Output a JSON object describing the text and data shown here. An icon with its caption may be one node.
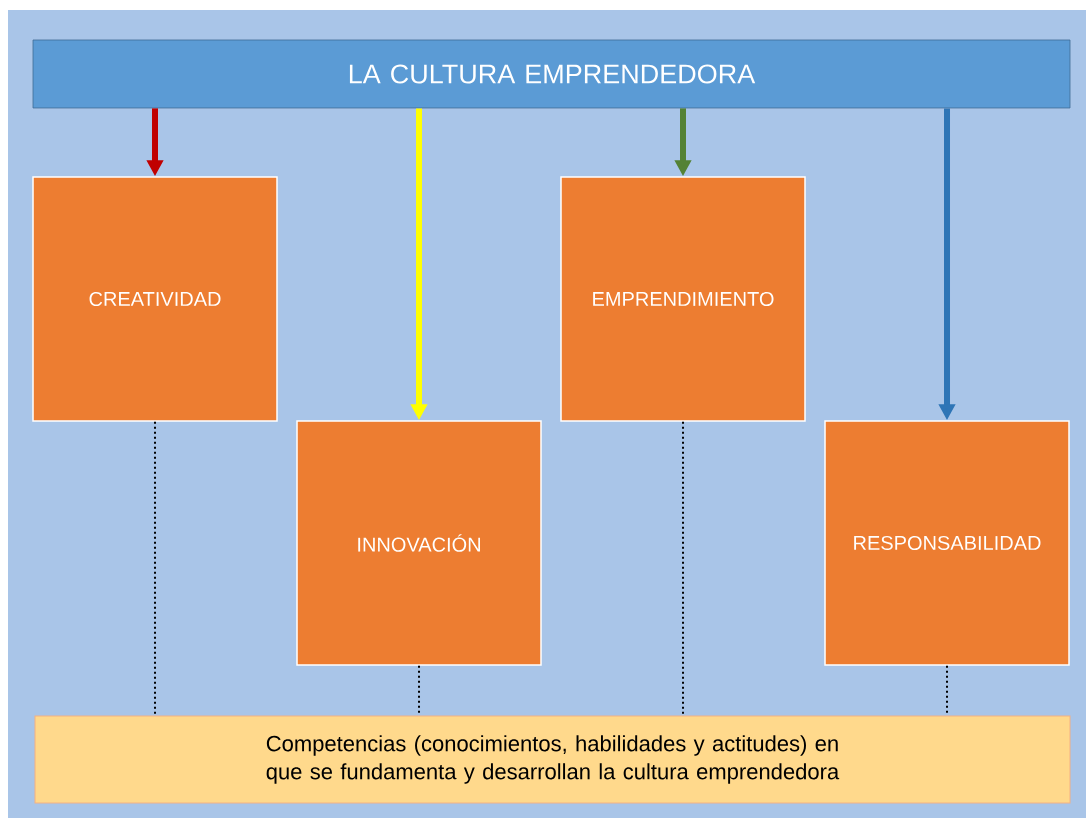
{
  "diagram": {
    "nodes": [
      {
        "text": [
          "LA CULTURA EMPRENDEDORA"
        ]
      },
      {
        "text": [
          "CREATIVIDAD"
        ]
      },
      {
        "text": [
          "INNOVACIÓN"
        ]
      },
      {
        "text": [
          "EMPRENDIMIENTO"
        ]
      },
      {
        "text": [
          "RESPONSABILIDAD"
        ]
      },
      {
        "text": [
          "Competencias (conocimientos, habilidades y actitudes) en que se fundamenta y desarrollan la cultura emprendedora"
        ]
      }
    ],
    "edges": [
      {
        "from": 0,
        "to": 1,
        "arrow": "to",
        "style": "thick",
        "color": "#c00000"
      },
      {
        "from": 0,
        "to": 2,
        "arrow": "to",
        "style": "thick",
        "color": "#ffff00"
      },
      {
        "from": 0,
        "to": 3,
        "arrow": "to",
        "style": "thick",
        "color": "#548235"
      },
      {
        "from": 0,
        "to": 4,
        "arrow": "to",
        "style": "thick",
        "color": "#2e75b6"
      },
      {
        "from": 1,
        "to": 5,
        "arrow": "none",
        "style": "dashed",
        "color": "#000000"
      },
      {
        "from": 2,
        "to": 5,
        "arrow": "none",
        "style": "dashed",
        "color": "#000000"
      },
      {
        "from": 3,
        "to": 5,
        "arrow": "none",
        "style": "dashed",
        "color": "#000000"
      },
      {
        "from": 4,
        "to": 5,
        "arrow": "none",
        "style": "dashed",
        "color": "#000000"
      }
    ]
  }
}
